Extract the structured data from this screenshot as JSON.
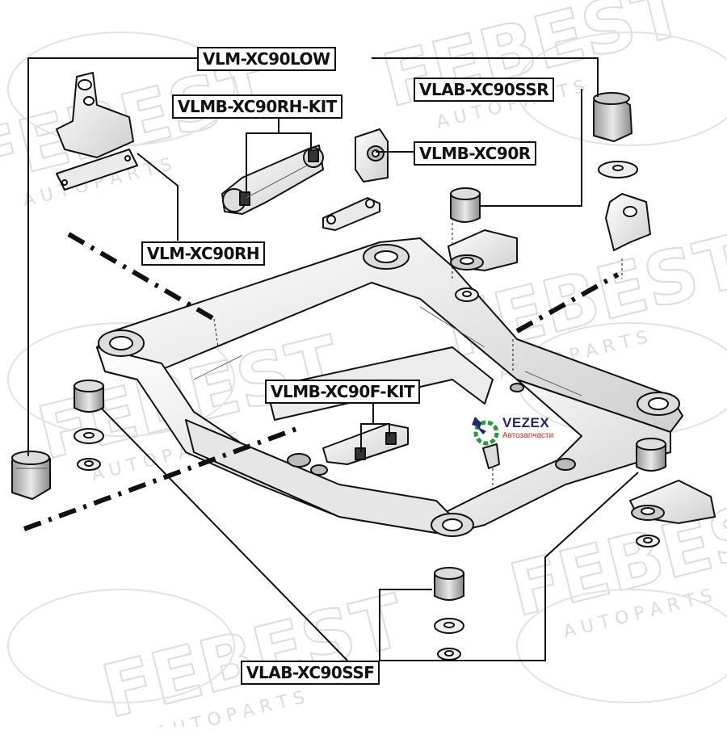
{
  "part_labels": {
    "vlm_xc90low": "VLM-XC90LOW",
    "vlmb_xc90rh_kit": "VLMB-XC90RH-KIT",
    "vlab_xc90ssr": "VLAB-XC90SSR",
    "vlmb_xc90r": "VLMB-XC90R",
    "vlm_xc90rh": "VLM-XC90RH",
    "vlmb_xc90f_kit": "VLMB-XC90F-KIT",
    "vlab_xc90ssf": "VLAB-XC90SSF"
  },
  "watermark": {
    "brand": "FEBEST",
    "tagline": "A U T O   P A R T S"
  },
  "logo": {
    "name": "VEZEX",
    "subtitle": "Автозапчасти",
    "colors": {
      "blue": "#1d2a6b",
      "red": "#e0251b",
      "green": "#2e9a3e"
    }
  },
  "colors": {
    "line": "#111111",
    "part_fill": "#f2f2f2",
    "part_shade": "#d4d4d4",
    "watermark": "#d9d9d9"
  }
}
